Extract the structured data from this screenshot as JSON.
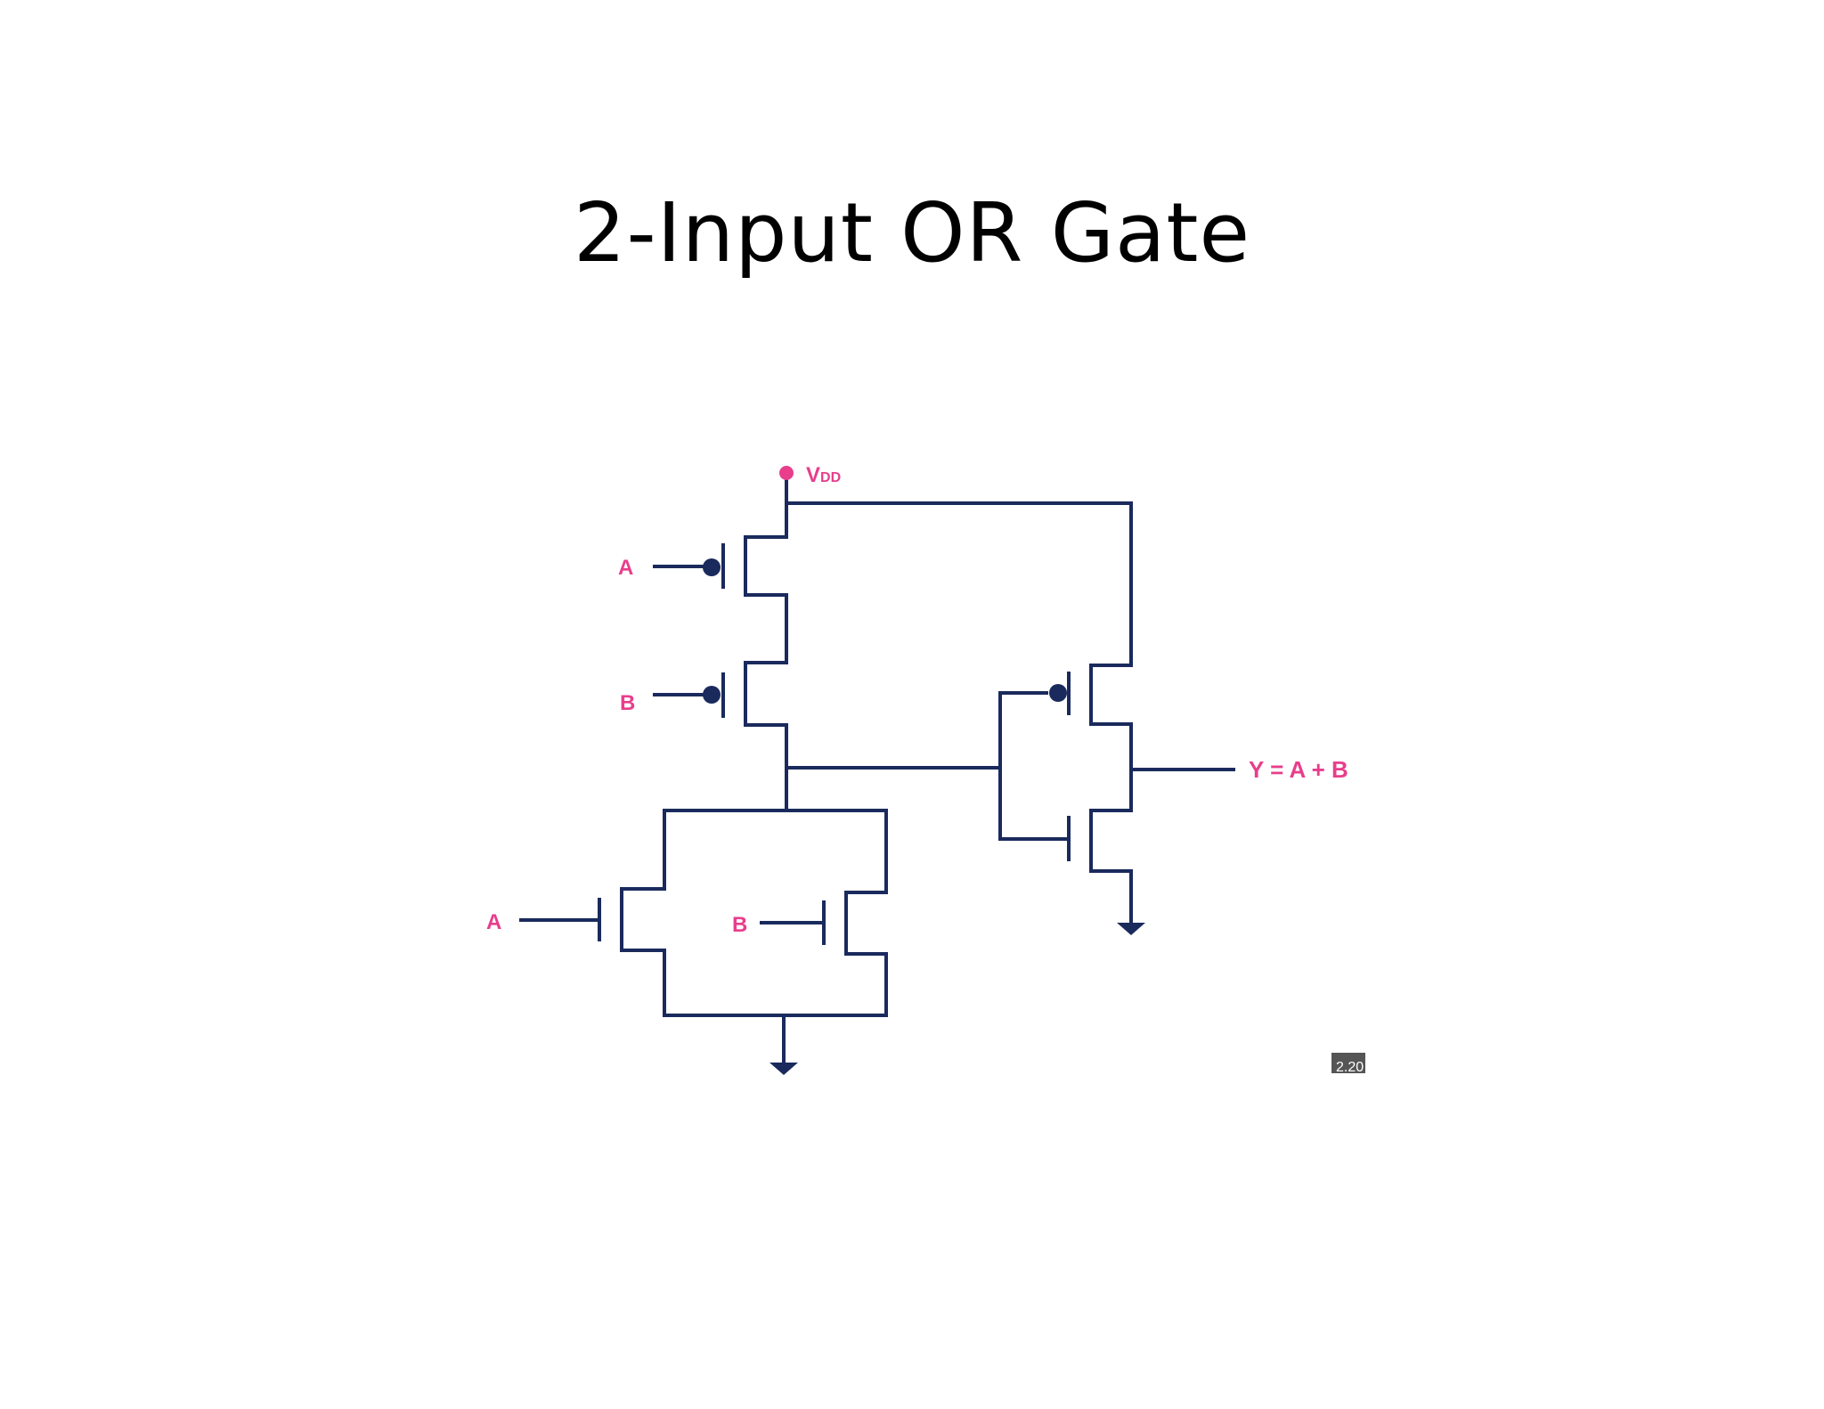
{
  "slide": {
    "title": "2-Input OR Gate"
  },
  "diagram": {
    "supply_label": "V",
    "supply_subscript": "DD",
    "input_a_label": "A",
    "input_b_label": "B",
    "output_label": "Y = A + B",
    "badge_text": "2.20",
    "colors": {
      "wire": "#1a2a5c",
      "label": "#e83e8c",
      "supply_node": "#e83e8c",
      "badge": "#555555"
    }
  }
}
